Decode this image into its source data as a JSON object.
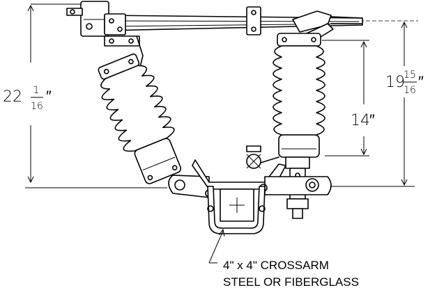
{
  "dimensions": {
    "overall_height": {
      "whole": "22",
      "numerator": "1",
      "denominator": "16",
      "unit": "″"
    },
    "insulator_height": {
      "text": "14",
      "unit": "″"
    },
    "mount_height": {
      "whole": "19",
      "numerator": "15",
      "denominator": "16",
      "unit": "″"
    }
  },
  "callout": {
    "line1": "4\" x 4\" CROSSARM",
    "line2": "STEEL OR FIBERGLASS"
  }
}
